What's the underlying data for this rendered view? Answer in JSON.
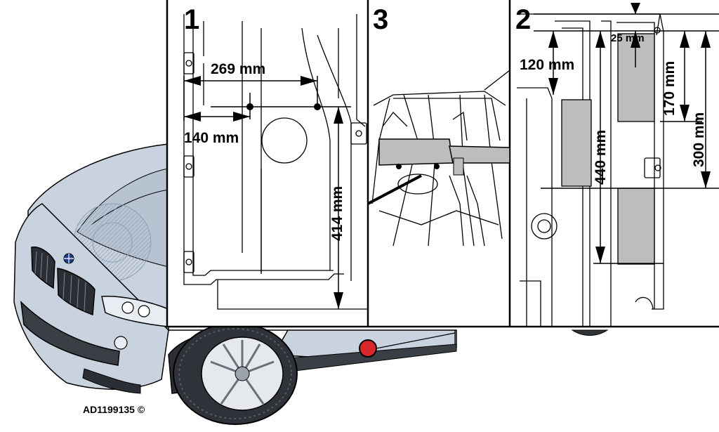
{
  "panels": {
    "p1": {
      "number": "1",
      "dims": {
        "d269": "269 mm",
        "d140": "140 mm",
        "d414": "414 mm"
      }
    },
    "p3": {
      "number": "3"
    },
    "p2": {
      "number": "2",
      "dims": {
        "d25": "25 mm",
        "d120": "120 mm",
        "d440": "440 mm",
        "d170": "170 mm",
        "d300": "300 mm"
      }
    }
  },
  "footer": {
    "code": "AD1199135 ©"
  },
  "colors": {
    "car_body": "#c9d3df",
    "car_shade": "#a9b6c6",
    "zone": "#bdbdbd",
    "marker": "#d9262b",
    "line": "#000000"
  }
}
